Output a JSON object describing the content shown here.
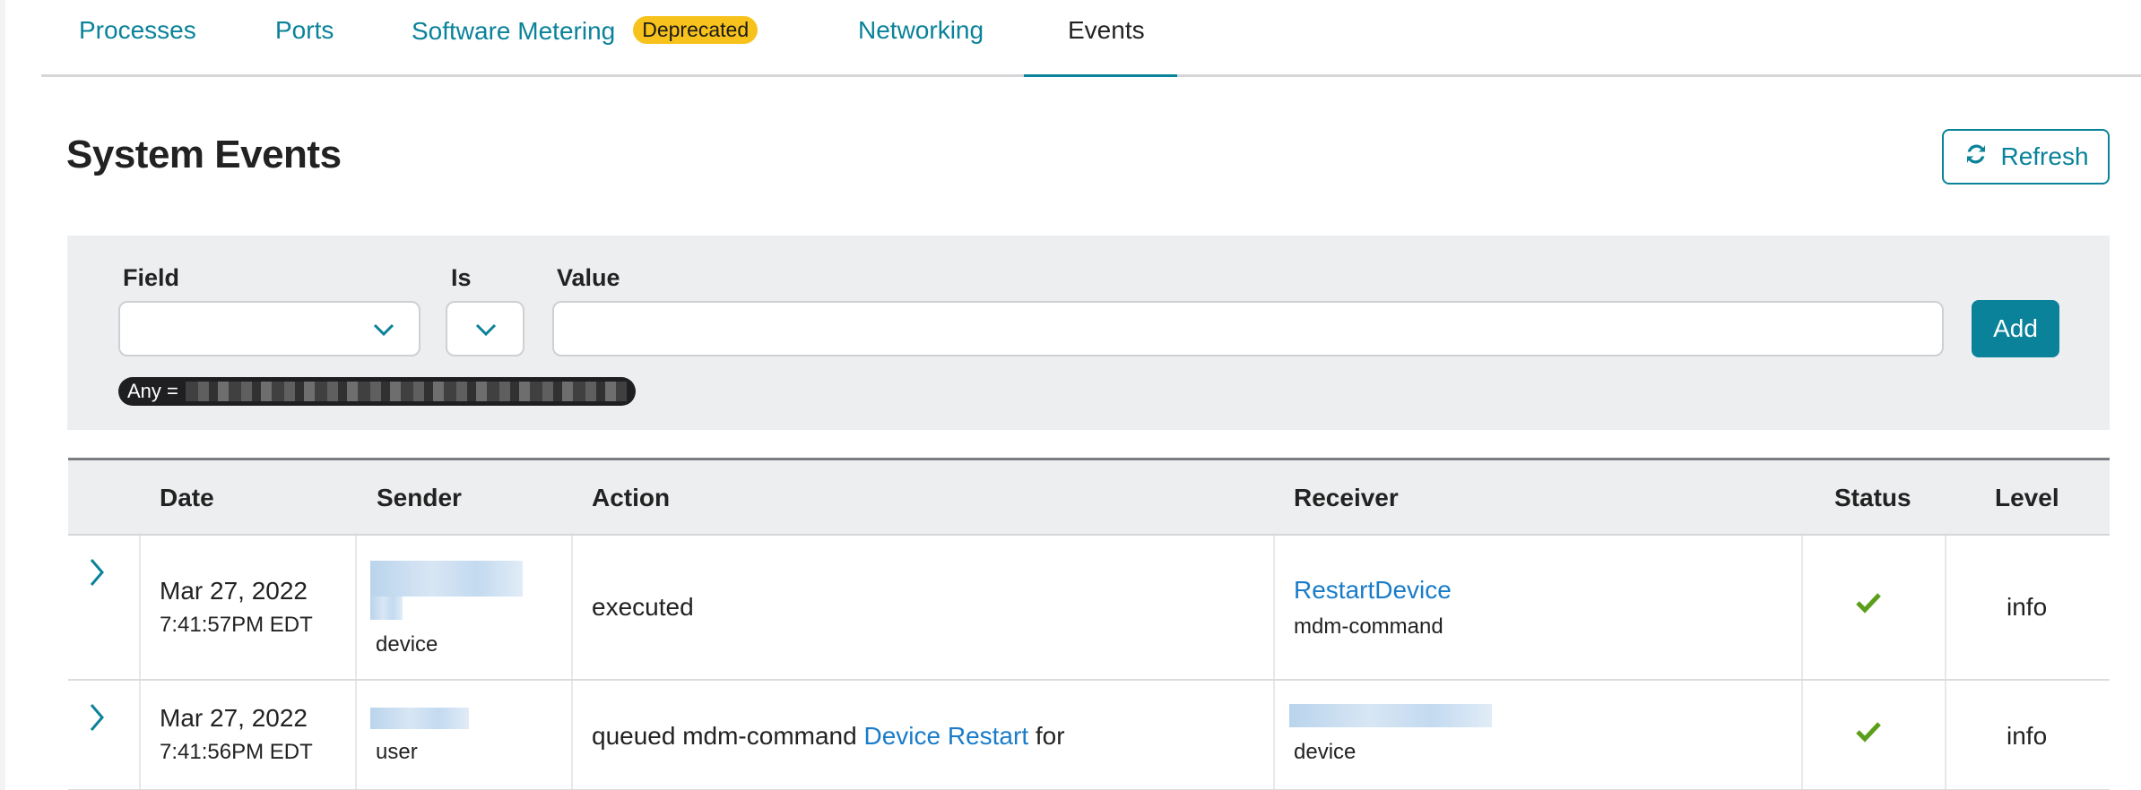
{
  "tabs": [
    {
      "label": "Processes",
      "active": false
    },
    {
      "label": "Ports",
      "active": false
    },
    {
      "label": "Software Metering",
      "active": false,
      "badge": "Deprecated"
    },
    {
      "label": "Networking",
      "active": false
    },
    {
      "label": "Events",
      "active": true
    }
  ],
  "header": {
    "title": "System Events",
    "refresh_label": "Refresh"
  },
  "filter": {
    "field_label": "Field",
    "field_value": "",
    "is_label": "Is",
    "is_value": "",
    "value_label": "Value",
    "value_input": "",
    "add_label": "Add",
    "chip_prefix": "Any ="
  },
  "table": {
    "columns": [
      "Date",
      "Sender",
      "Action",
      "Receiver",
      "Status",
      "Level"
    ],
    "rows": [
      {
        "date": "Mar 27, 2022",
        "time": "7:41:57PM EDT",
        "sender_type": "device",
        "action_text": "executed",
        "receiver_name": "RestartDevice",
        "receiver_type": "mdm-command",
        "status": "success",
        "level": "info"
      },
      {
        "date": "Mar 27, 2022",
        "time": "7:41:56PM EDT",
        "sender_type": "user",
        "action_prefix": "queued mdm-command",
        "action_link": "Device Restart",
        "action_suffix": "for",
        "receiver_type": "device",
        "status": "success",
        "level": "info"
      }
    ]
  },
  "colors": {
    "accent": "#0a8299",
    "link": "#1a7cc9",
    "badge": "#f7c21b",
    "success": "#5a9e1a",
    "panel_bg": "#edeef0"
  }
}
